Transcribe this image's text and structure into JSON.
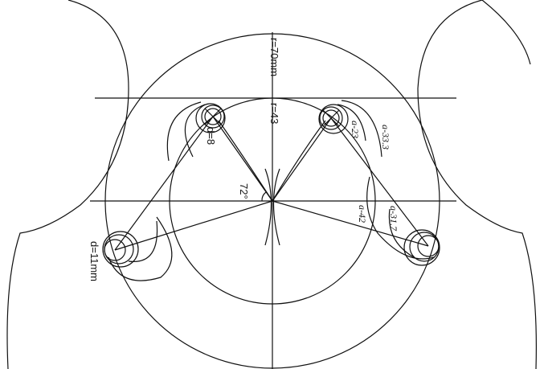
{
  "title": "Five-hole circular layout drawing",
  "labels": {
    "outer_radius": "r=70mm",
    "inner_radius": "r=43",
    "small_hole": "d=8",
    "large_hole": "d=11mm",
    "angle": "72°",
    "a1": "a-23",
    "a2": "a-33.3",
    "a3": "a-42",
    "a4": "a-31.7"
  },
  "colors": {
    "line": "#111111",
    "background": "#ffffff"
  }
}
